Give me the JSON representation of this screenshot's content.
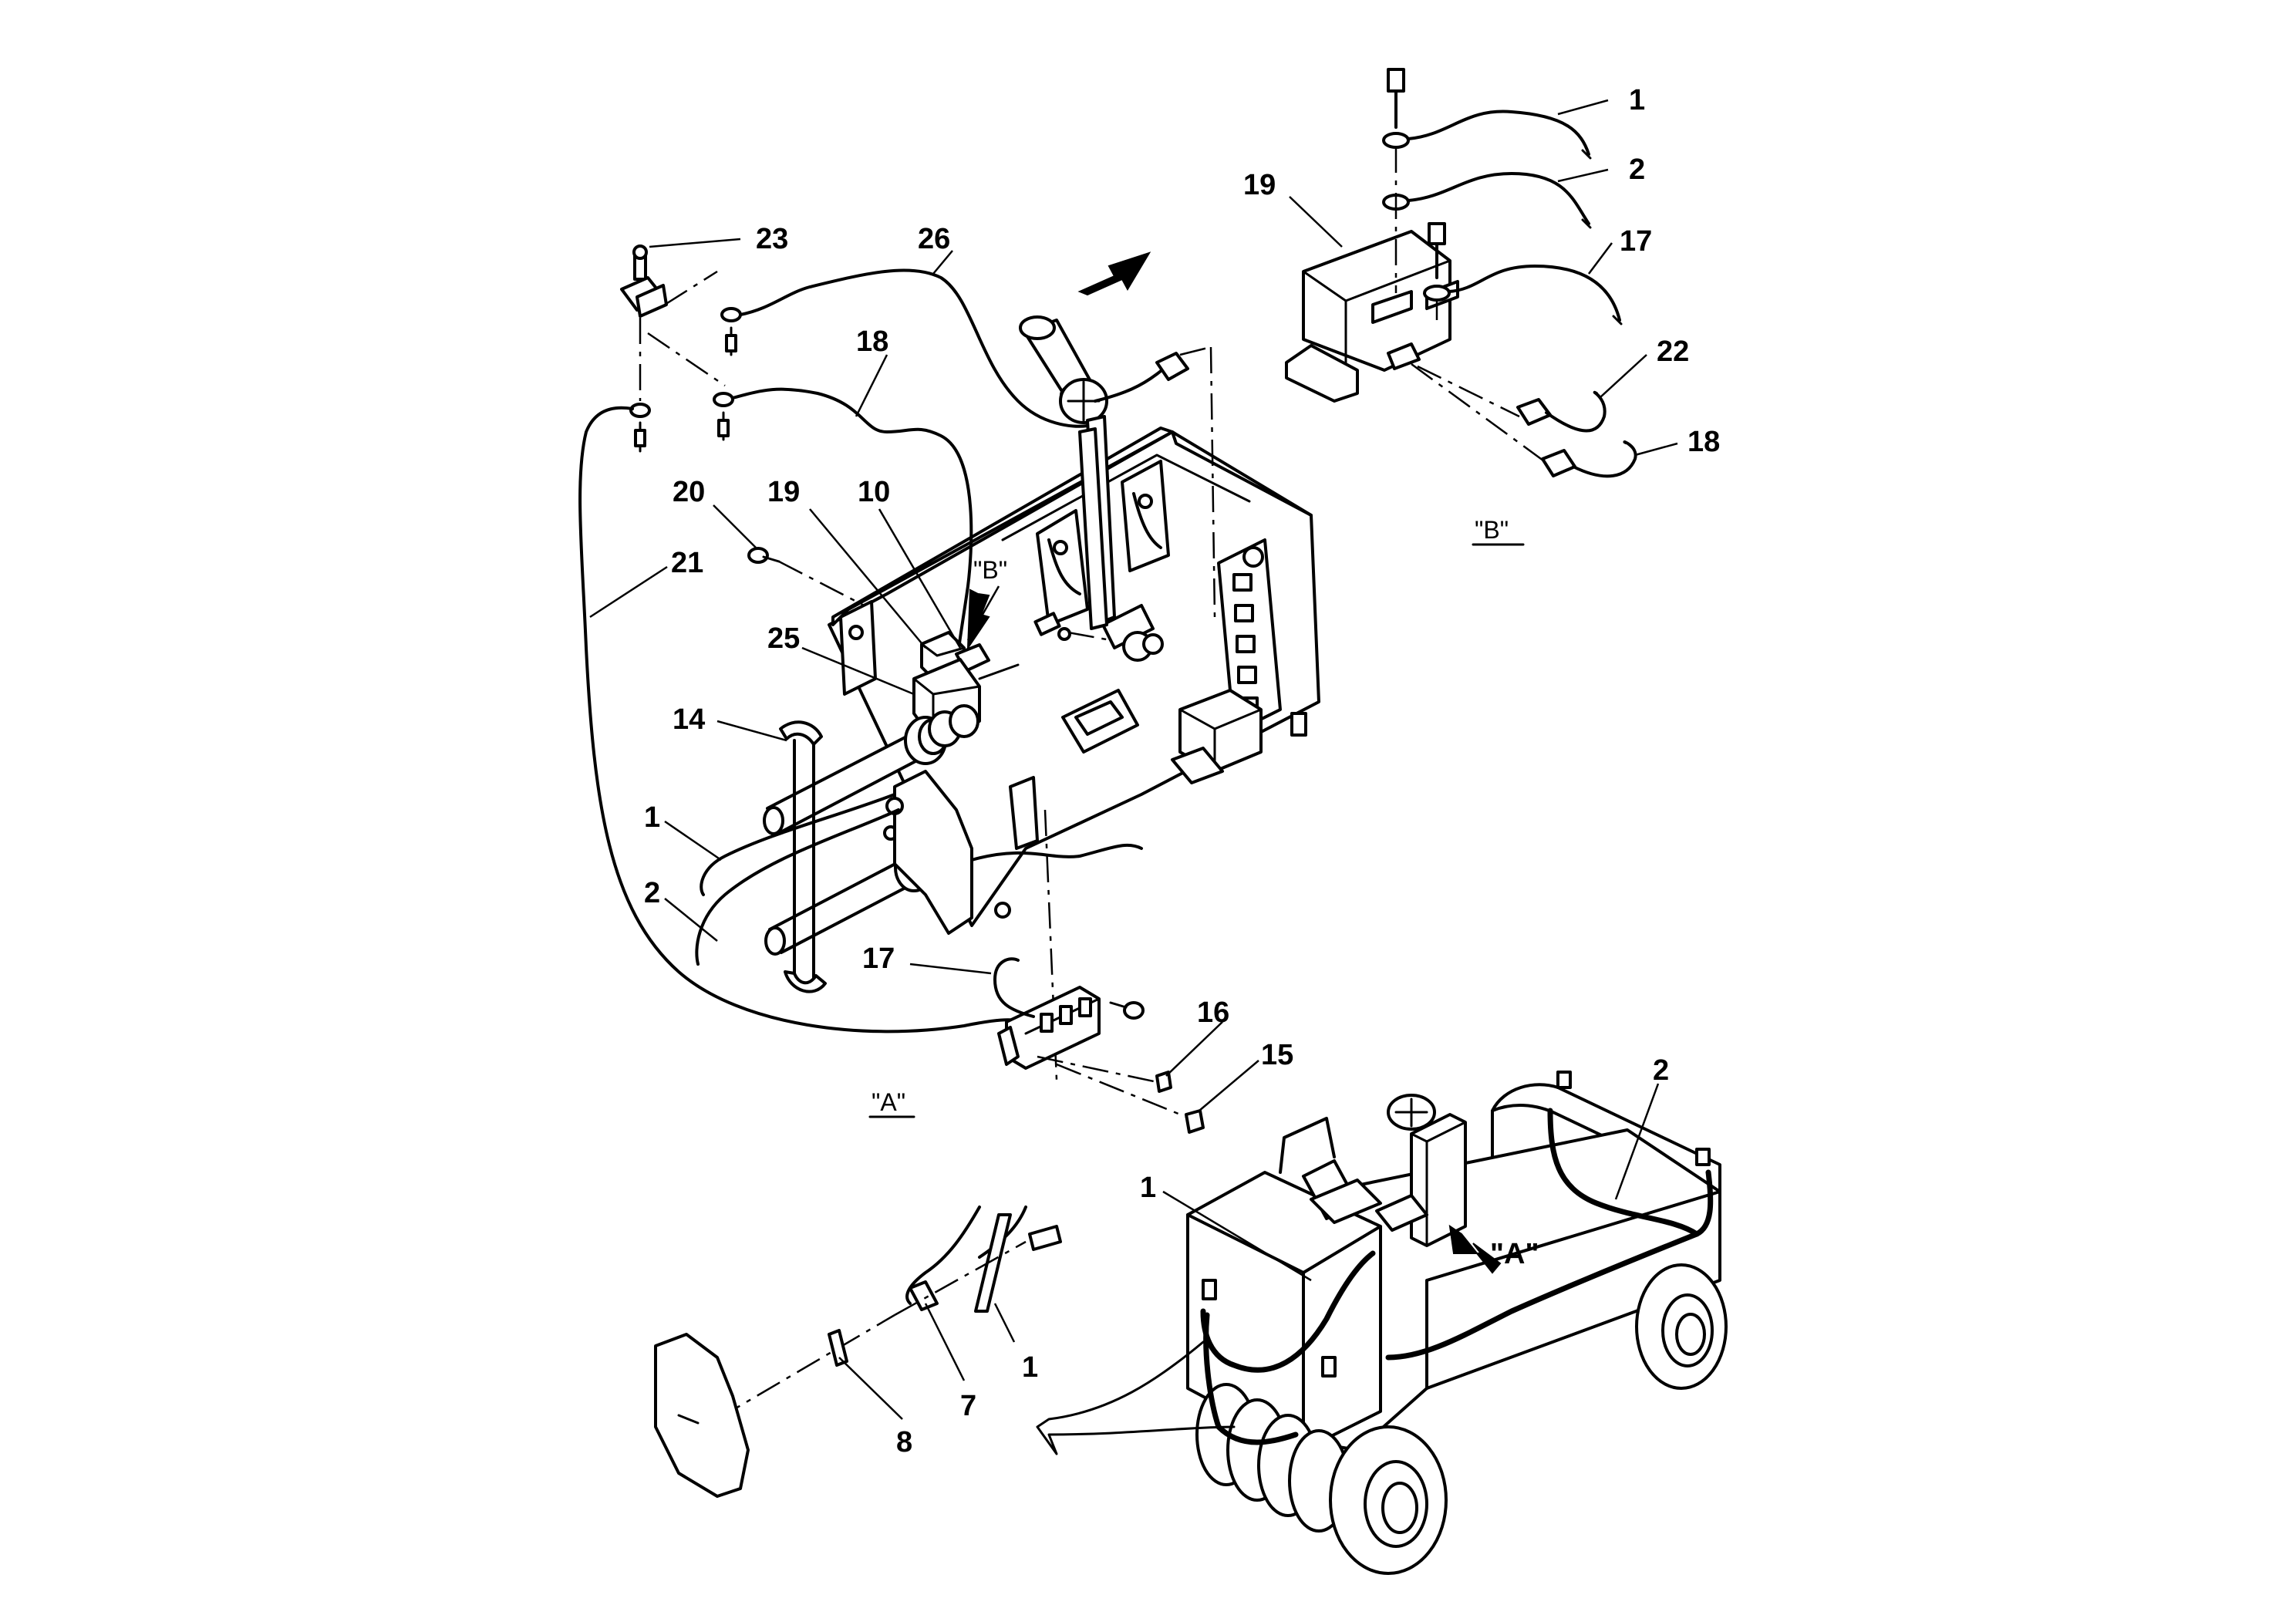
{
  "callouts": {
    "c1_b": "1",
    "c2_b": "2",
    "c19_b": "19",
    "c17_b": "17",
    "c22": "22",
    "c18_b": "18",
    "c23": "23",
    "c26": "26",
    "c18_a": "18",
    "c20": "20",
    "c19_a": "19",
    "c10": "10",
    "c21": "21",
    "c25": "25",
    "c14": "14",
    "c1_a": "1",
    "c2_a": "2",
    "c17_a": "17",
    "c16": "16",
    "c15": "15",
    "c2_m": "2",
    "c1_m": "1",
    "c1_c": "1",
    "c7": "7",
    "c8": "8"
  },
  "view_labels": {
    "view_a": "\"A\"",
    "view_b": "\"B\"",
    "view_b_arrow": "\"B\"",
    "view_a_arrow": "\"A\""
  },
  "colors": {
    "line": "#000000",
    "background": "#ffffff"
  }
}
